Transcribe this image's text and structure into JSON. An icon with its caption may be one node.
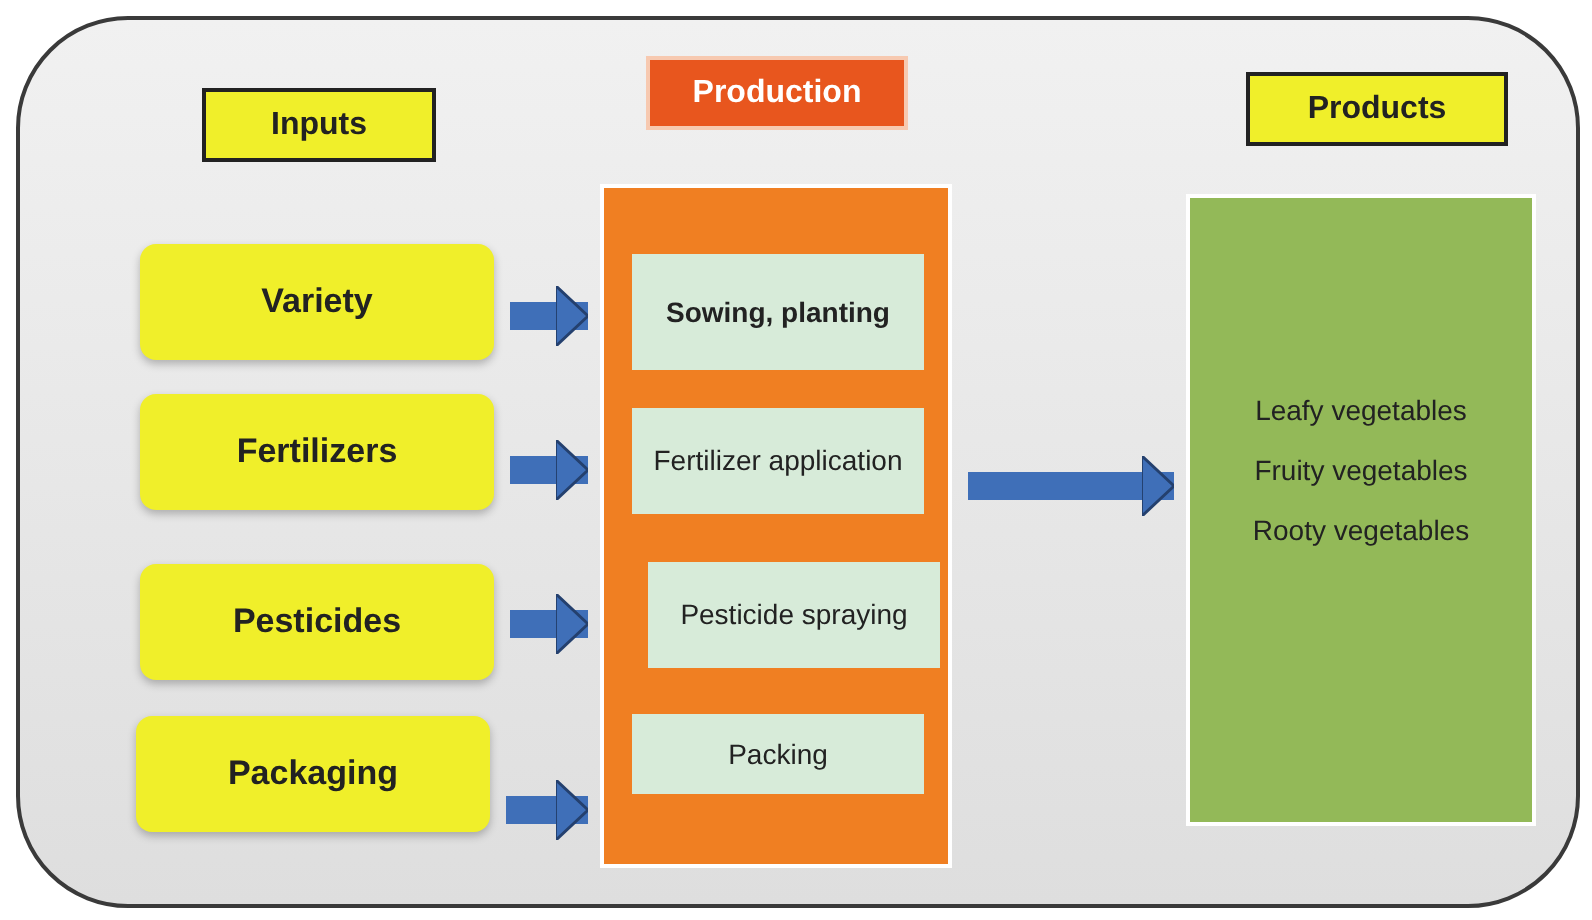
{
  "diagram": {
    "nodes": [
      {
        "text": [
          "Inputs"
        ]
      },
      {
        "text": [
          "Variety"
        ]
      },
      {
        "text": [
          "Fertilizers"
        ]
      },
      {
        "text": [
          "Pesticides"
        ]
      },
      {
        "text": [
          "Packaging"
        ]
      },
      {
        "text": [
          "Production"
        ]
      },
      {
        "text": [],
        "shape": "box"
      },
      {
        "text": [
          "Sowing, planting"
        ],
        "in": 6
      },
      {
        "text": [
          "Fertilizer application"
        ],
        "in": 6
      },
      {
        "text": [
          "Pesticide spraying"
        ],
        "in": 6
      },
      {
        "text": [
          "Packing"
        ],
        "in": 6
      },
      {
        "text": [
          "Products"
        ]
      },
      {
        "text": [
          "Leafy vegetables",
          "Fruity vegetables",
          "Rooty vegetables"
        ]
      }
    ],
    "edges": [
      {
        "from": 1,
        "to": 6,
        "arrow": "to"
      },
      {
        "from": 2,
        "to": 6,
        "arrow": "to"
      },
      {
        "from": 3,
        "to": 6,
        "arrow": "to"
      },
      {
        "from": 4,
        "to": 6,
        "arrow": "to"
      },
      {
        "from": 6,
        "to": 12,
        "arrow": "to"
      }
    ]
  }
}
